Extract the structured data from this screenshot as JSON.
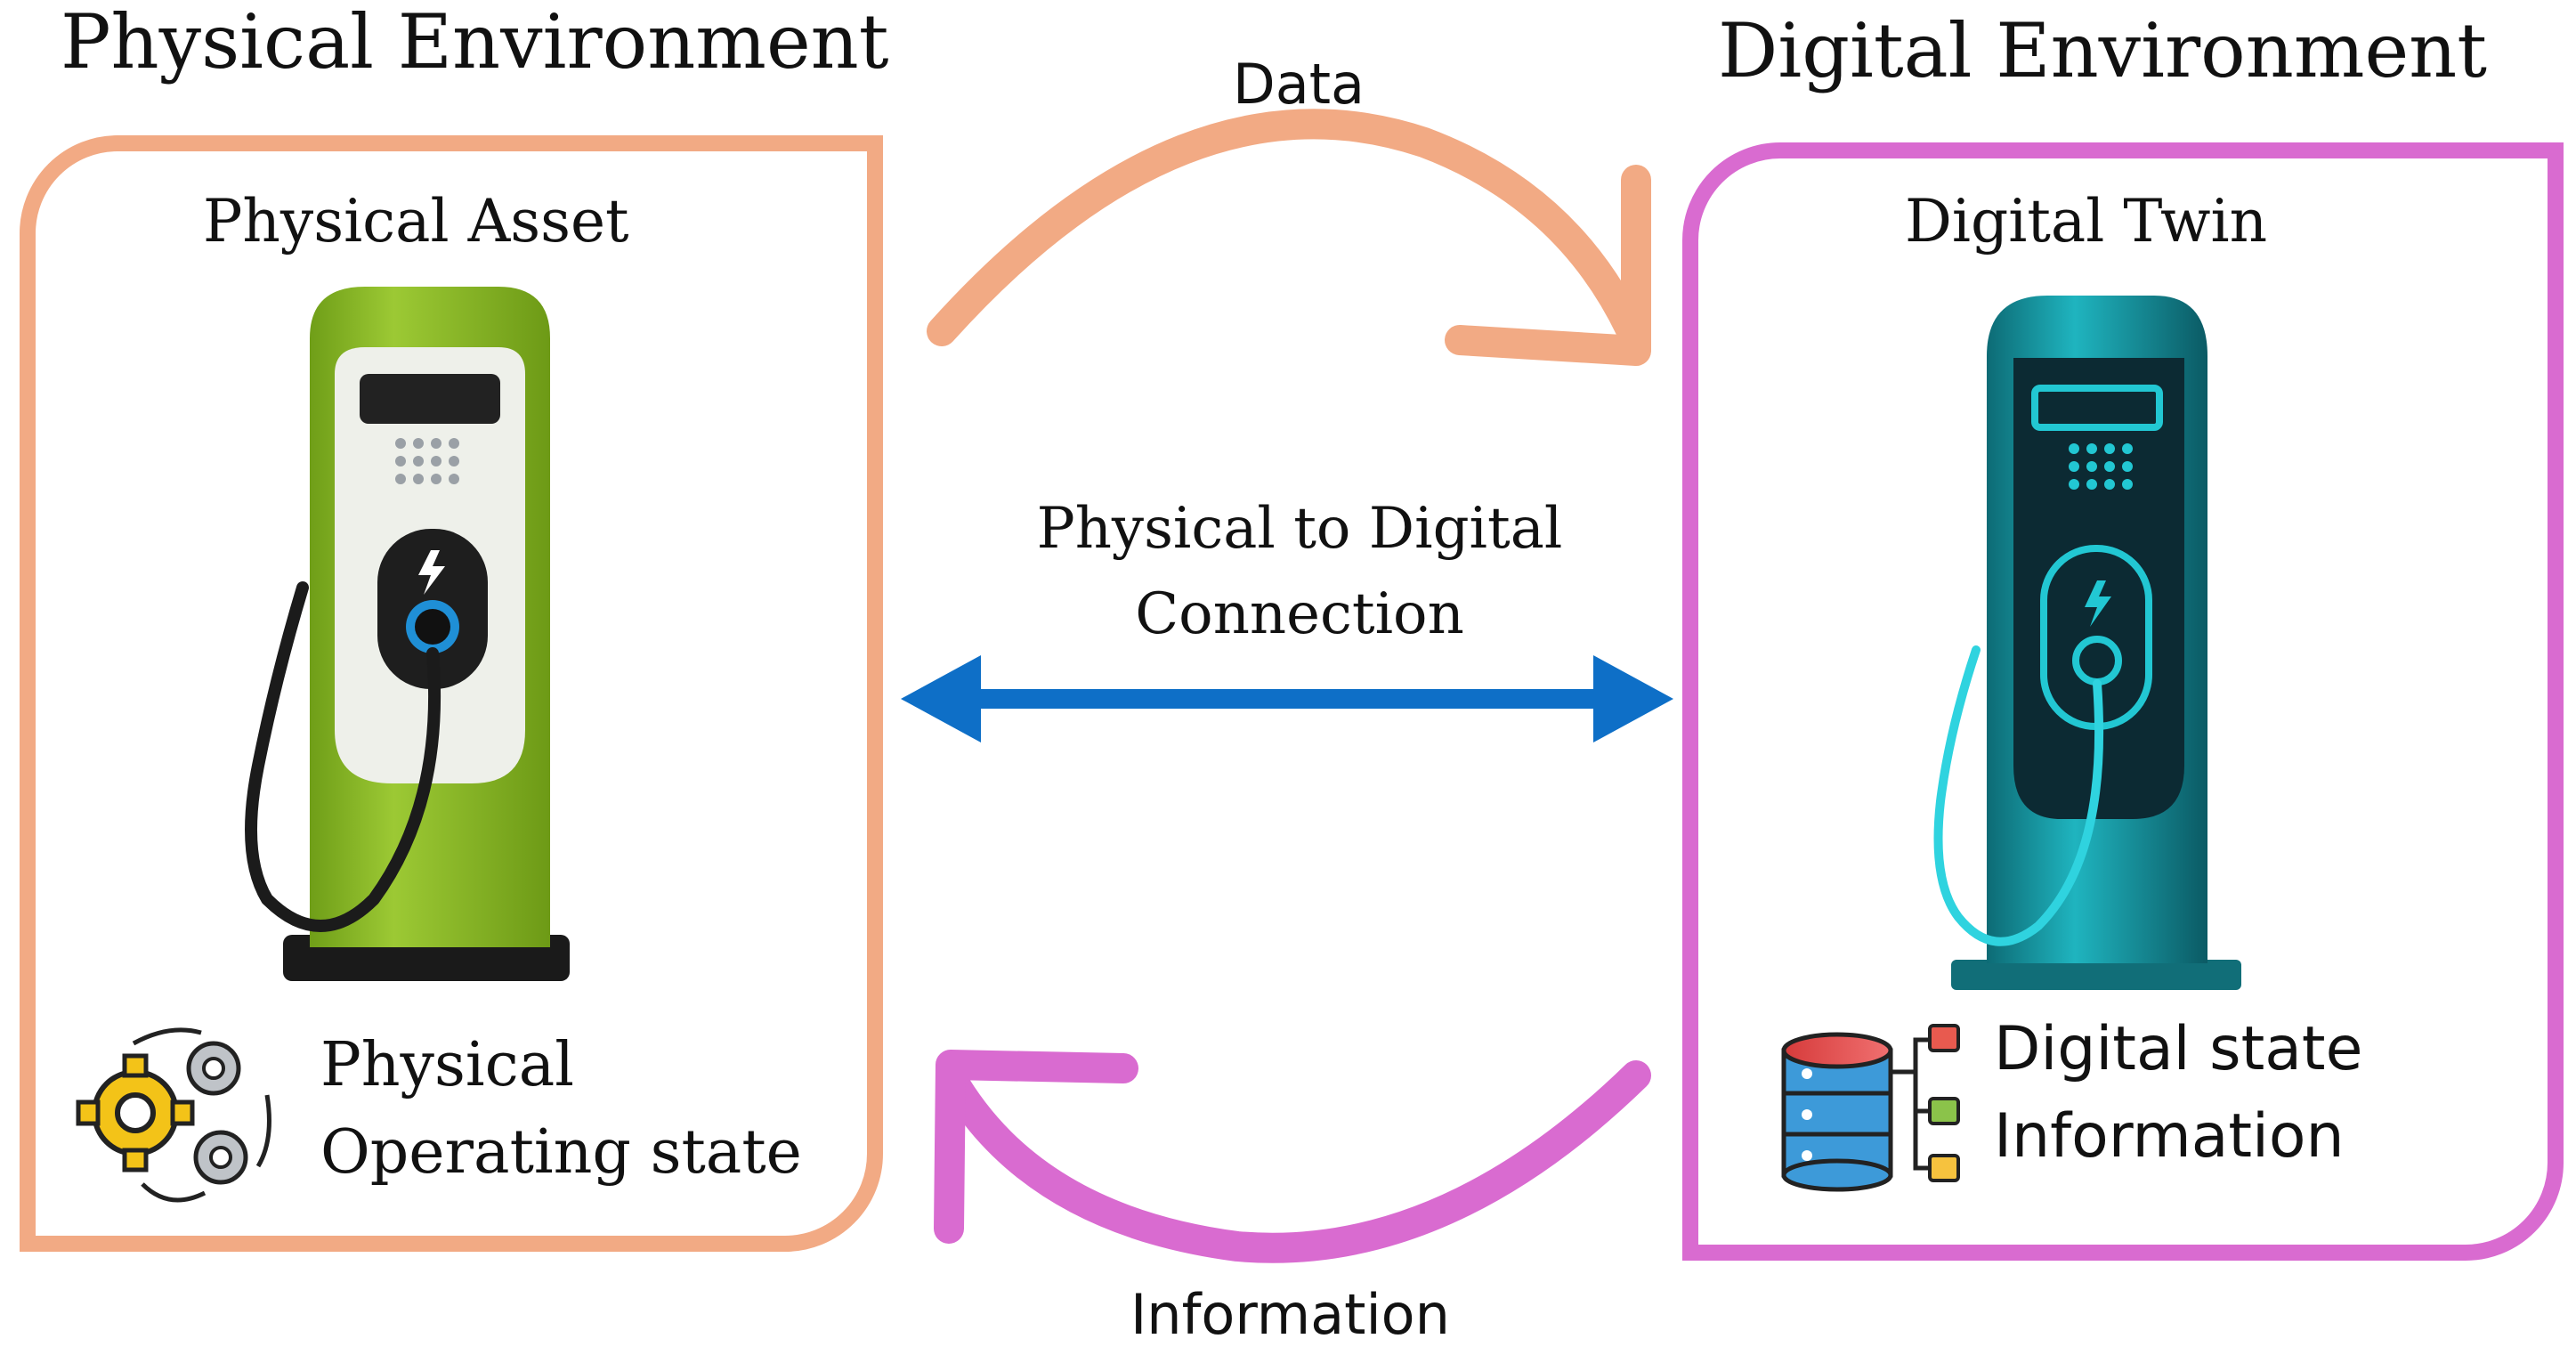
{
  "physical_environment": {
    "title": "Physical Environment",
    "panel": {
      "title": "Physical Asset",
      "state_line1": "Physical",
      "state_line2": "Operating state",
      "border_color": "#f2aa84"
    }
  },
  "digital_environment": {
    "title": "Digital Environment",
    "panel": {
      "title": "Digital Twin",
      "state_line1": "Digital state",
      "state_line2": "Information",
      "border_color": "#d96bd0"
    }
  },
  "connection": {
    "line1": "Physical to Digital",
    "line2": "Connection",
    "color": "#0e6fc7"
  },
  "arrows": {
    "data_label": "Data",
    "information_label": "Information"
  },
  "icons": {
    "physical_charger": "ev-charger-green-icon",
    "digital_charger": "ev-charger-hologram-icon",
    "gears": "gears-cycle-icon",
    "database": "database-network-icon"
  }
}
